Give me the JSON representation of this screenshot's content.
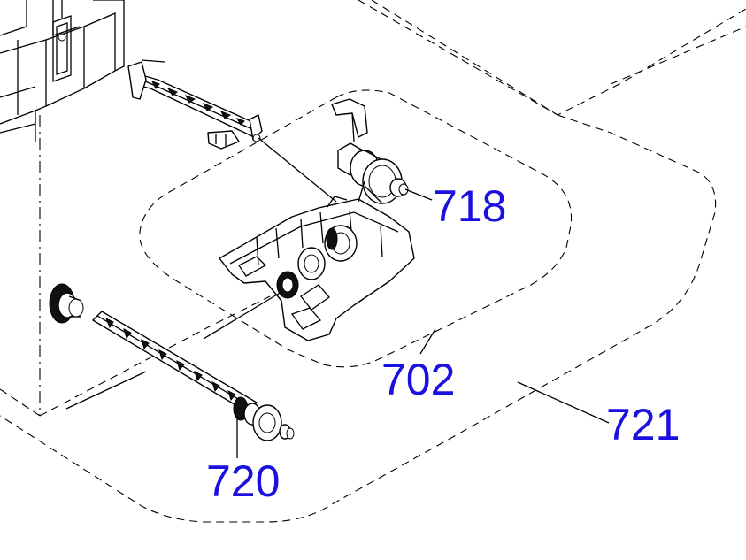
{
  "diagram": {
    "labels": {
      "l718": "718",
      "l702": "702",
      "l721": "721",
      "l720": "720"
    },
    "colors": {
      "label": "#1a10e0",
      "line": "#000000",
      "background": "#ffffff"
    }
  }
}
